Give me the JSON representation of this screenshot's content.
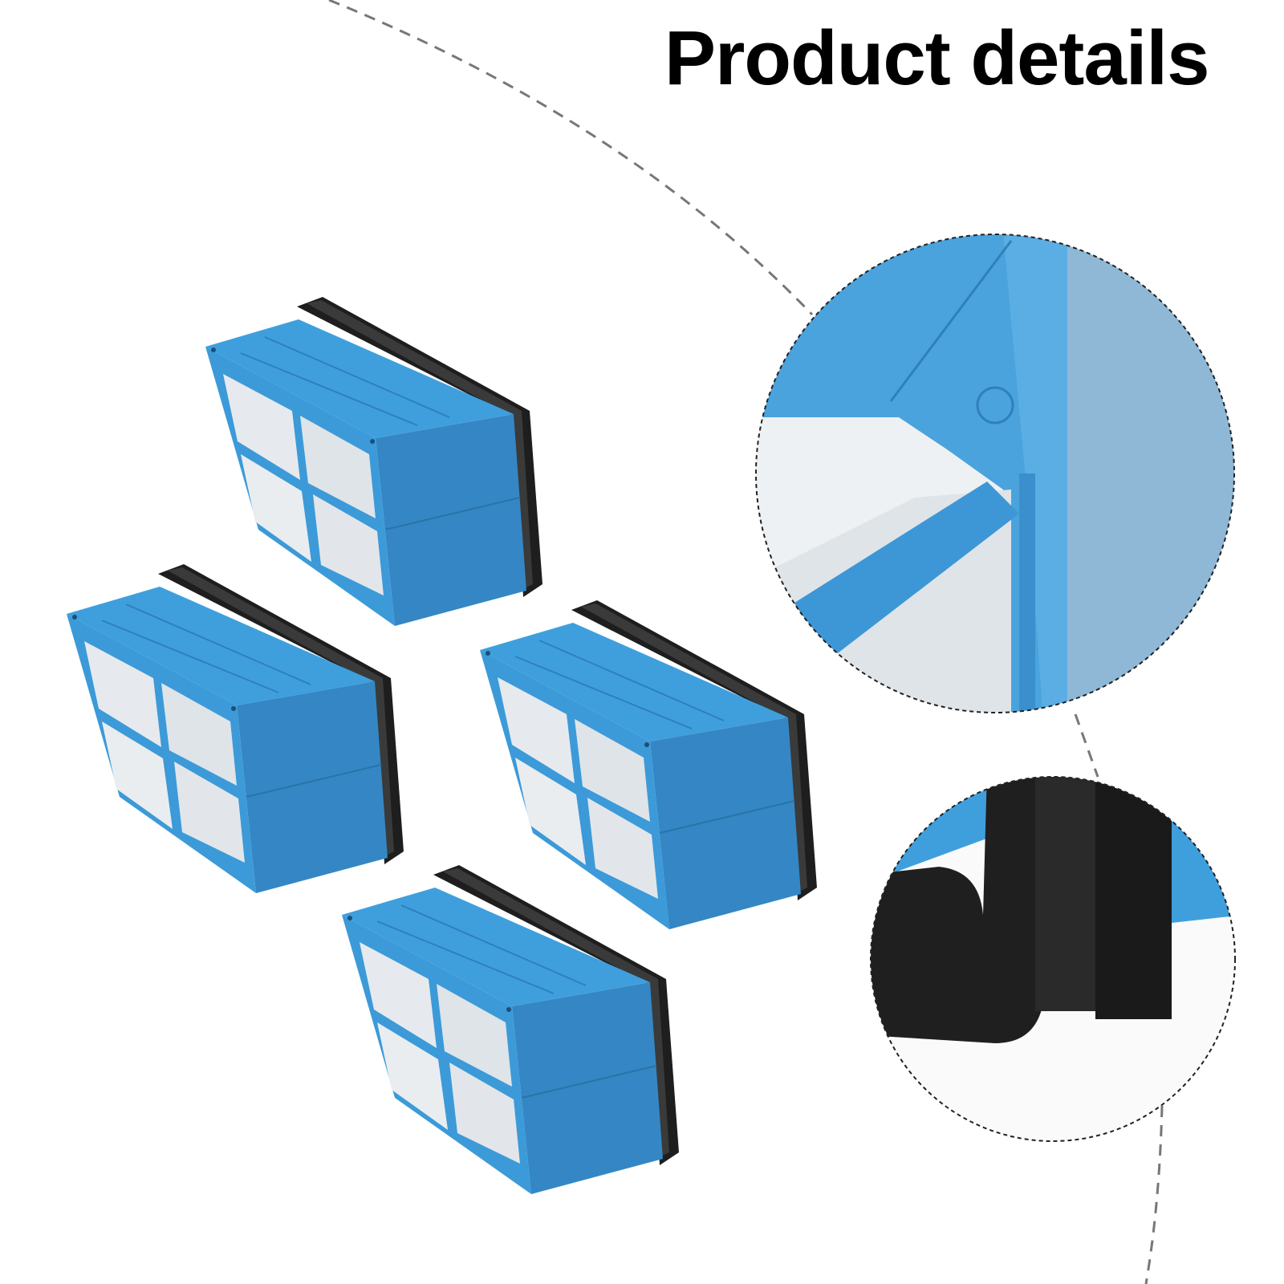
{
  "header": {
    "title": "Product details"
  },
  "product": {
    "name": "filter",
    "count": 4
  },
  "colors": {
    "blue": "#3a9ad9",
    "blue_dark": "#2f7fb8",
    "gasket": "#1e1e1e",
    "media": "#e8ecef"
  },
  "detail_views": [
    "frame-corner-closeup",
    "gasket-corner-closeup"
  ]
}
